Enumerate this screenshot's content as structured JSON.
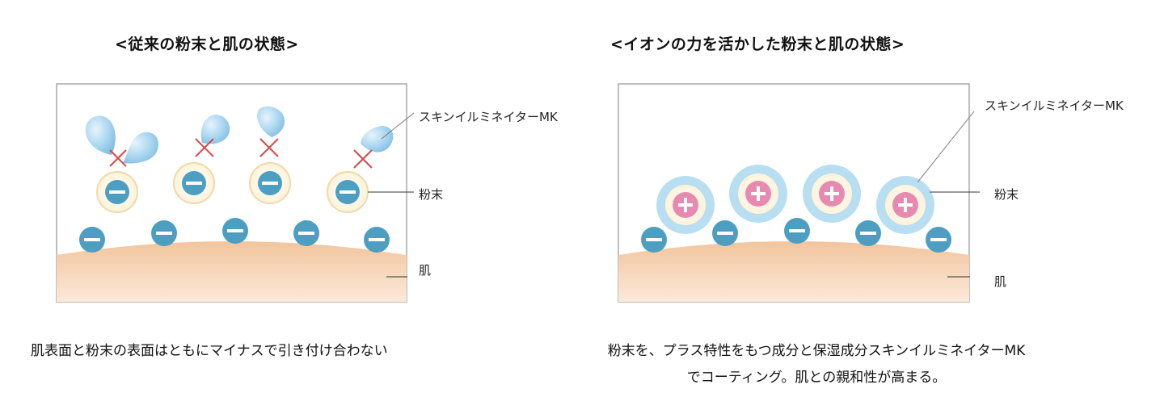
{
  "left_panel": {
    "title": "<従来の粉末と肌の状態>",
    "labels": {
      "skin_illuminator": "スキンイルミネイターMK",
      "powder": "粉末",
      "skin": "肌"
    },
    "caption": "肌表面と粉末の表面はともにマイナスで引き付け合わない"
  },
  "right_panel": {
    "title": "<イオンの力を活かした粉末と肌の状態>",
    "labels": {
      "skin_illuminator": "スキンイルミネイターMK",
      "powder": "粉末",
      "skin": "肌"
    },
    "caption_line1": "粉末を、プラス特性をもつ成分と保湿成分スキンイルミネイターMK",
    "caption_line2": "でコーティング。肌との親和性が高まる。"
  },
  "colors": {
    "skin_top": "#f3c6a0",
    "skin_bottom": "#fbe6d4",
    "negative_ion": "#4d9fc2",
    "positive_ion": "#e88ab0",
    "coating": "#b8def2",
    "drop": "#9fd0ec",
    "cross": "#d94a4a"
  }
}
